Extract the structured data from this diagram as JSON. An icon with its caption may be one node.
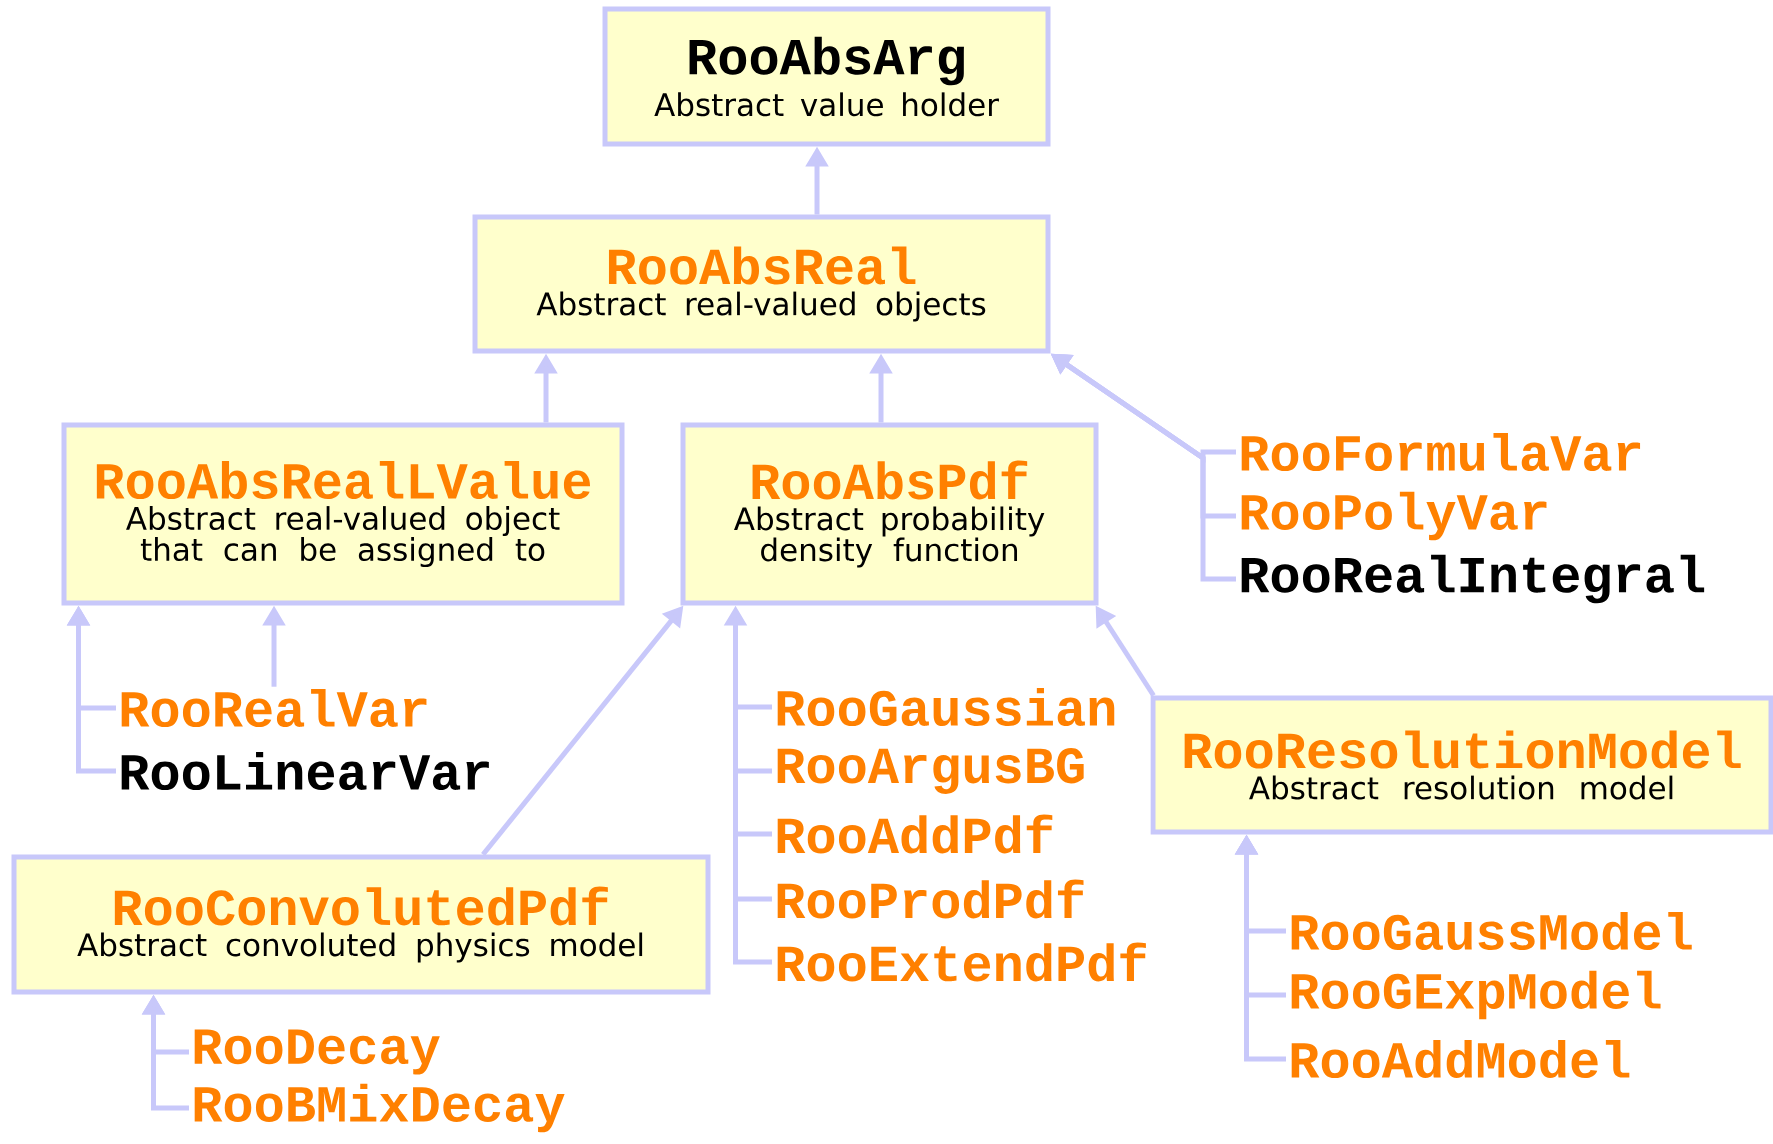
{
  "diagram": {
    "nodes": [
      {
        "text": [
          "RooAbsArg",
          "Abstract value holder"
        ]
      },
      {
        "text": [
          "RooAbsReal",
          "Abstract real-valued objects"
        ]
      },
      {
        "text": [
          "RooAbsRealLValue",
          "Abstract real-valued object that can be assigned to"
        ]
      },
      {
        "text": [
          "RooAbsPdf",
          "Abstract probability density function"
        ]
      },
      {
        "text": [
          "RooFormulaVar"
        ]
      },
      {
        "text": [
          "RooPolyVar"
        ]
      },
      {
        "text": [
          "RooRealIntegral"
        ]
      },
      {
        "text": [
          "RooRealVar"
        ]
      },
      {
        "text": [
          "RooLinearVar"
        ]
      },
      {
        "text": [
          "RooConvolutedPdf",
          "Abstract convoluted physics model"
        ]
      },
      {
        "text": [
          "RooGaussian"
        ]
      },
      {
        "text": [
          "RooArgusBG"
        ]
      },
      {
        "text": [
          "RooAddPdf"
        ]
      },
      {
        "text": [
          "RooProdPdf"
        ]
      },
      {
        "text": [
          "RooExtendPdf"
        ]
      },
      {
        "text": [
          "RooResolutionModel",
          "Abstract resolution model"
        ]
      },
      {
        "text": [
          "RooDecay"
        ]
      },
      {
        "text": [
          "RooBMixDecay"
        ]
      },
      {
        "text": [
          "RooGaussModel"
        ]
      },
      {
        "text": [
          "RooGExpModel"
        ]
      },
      {
        "text": [
          "RooAddModel"
        ]
      }
    ],
    "edges": [
      {
        "from": 1,
        "to": 0,
        "arrow": "to"
      },
      {
        "from": 2,
        "to": 1,
        "arrow": "to"
      },
      {
        "from": 3,
        "to": 1,
        "arrow": "to"
      },
      {
        "from": 4,
        "to": 1,
        "arrow": "to"
      },
      {
        "from": 5,
        "to": 1,
        "arrow": "to"
      },
      {
        "from": 6,
        "to": 1,
        "arrow": "to"
      },
      {
        "from": 7,
        "to": 2,
        "arrow": "to"
      },
      {
        "from": 7,
        "to": 2,
        "arrow": "to"
      },
      {
        "from": 8,
        "to": 2,
        "arrow": "to"
      },
      {
        "from": 9,
        "to": 3,
        "arrow": "to"
      },
      {
        "from": 10,
        "to": 3,
        "arrow": "to"
      },
      {
        "from": 11,
        "to": 3,
        "arrow": "to"
      },
      {
        "from": 12,
        "to": 3,
        "arrow": "to"
      },
      {
        "from": 13,
        "to": 3,
        "arrow": "to"
      },
      {
        "from": 14,
        "to": 3,
        "arrow": "to"
      },
      {
        "from": 15,
        "to": 3,
        "arrow": "to"
      },
      {
        "from": 16,
        "to": 9,
        "arrow": "to"
      },
      {
        "from": 17,
        "to": 9,
        "arrow": "to"
      },
      {
        "from": 18,
        "to": 15,
        "arrow": "to"
      },
      {
        "from": 19,
        "to": 15,
        "arrow": "to"
      },
      {
        "from": 20,
        "to": 15,
        "arrow": "to"
      }
    ]
  }
}
